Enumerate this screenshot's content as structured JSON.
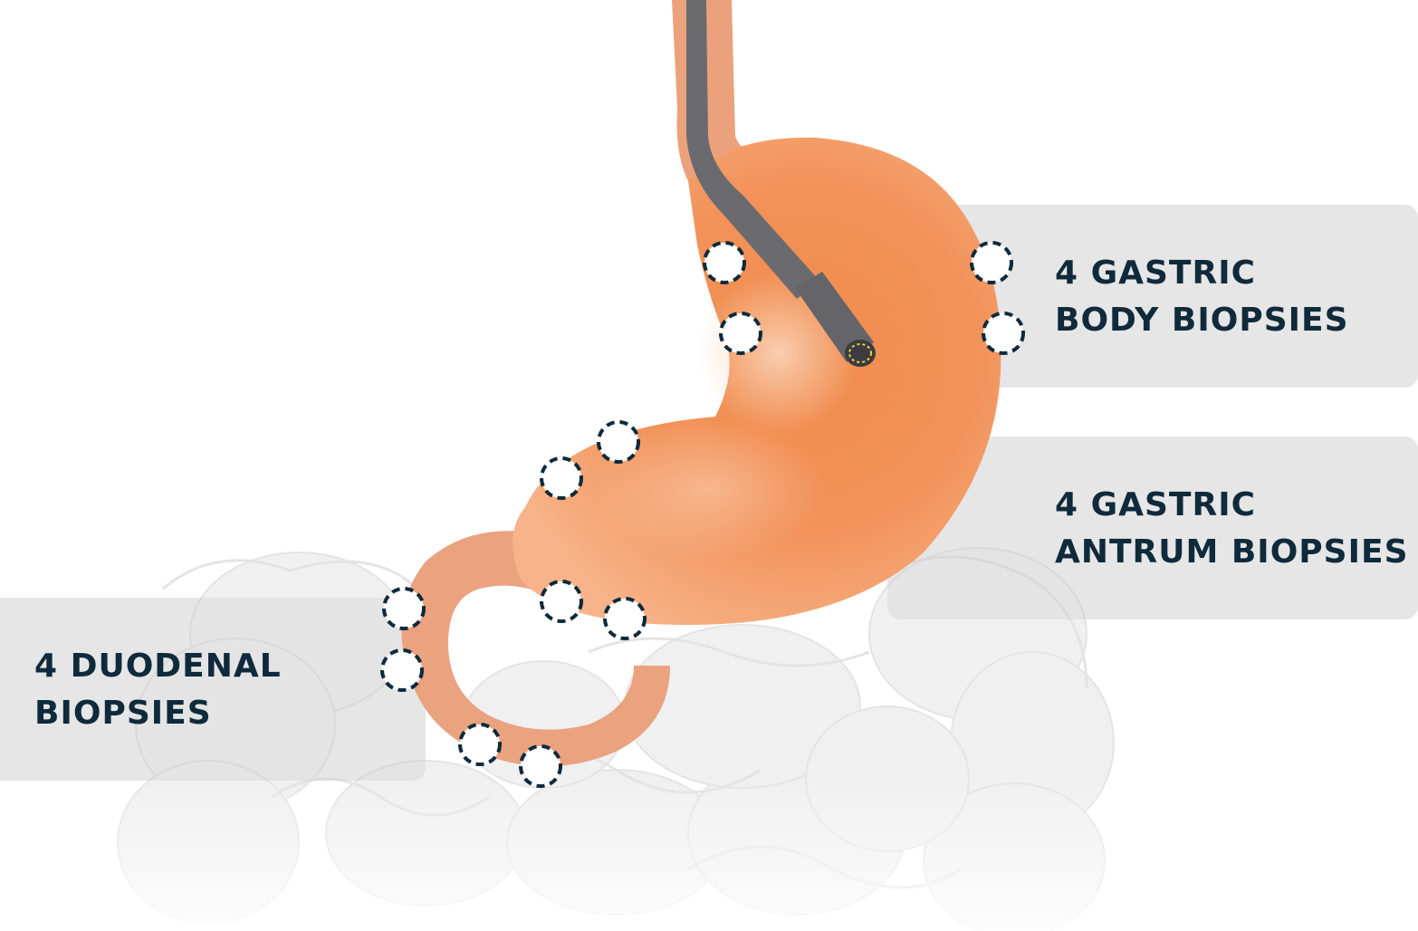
{
  "labels": {
    "gastric_body": {
      "line1": "4 GASTRIC",
      "line2": "BODY BIOPSIES"
    },
    "gastric_antrum": {
      "line1": "4 GASTRIC",
      "line2": "ANTRUM BIOPSIES"
    },
    "duodenal": {
      "line1": "4 DUODENAL",
      "line2": "BIOPSIES"
    }
  },
  "colors": {
    "stomach": "#f08a4b",
    "stomach_light": "#f6b98f",
    "esophagus": "#eba27c",
    "duodenum": "#eaa27f",
    "endoscope": "#6b6b6f",
    "panel": "#e6e6e6",
    "text": "#0f2a3a",
    "intestine": "#d9d9d9"
  }
}
